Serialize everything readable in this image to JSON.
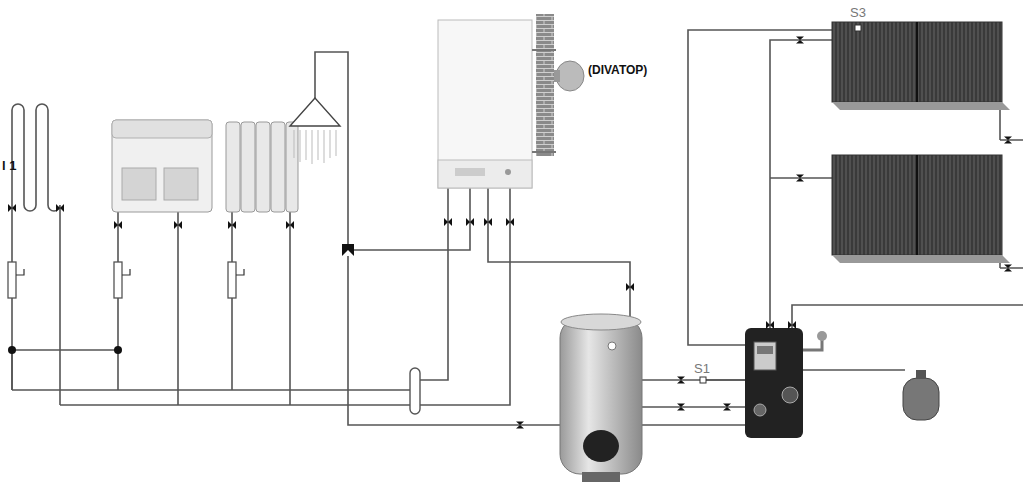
{
  "diagram": {
    "labels": [
      "l 1",
      "(DIVATOP)",
      "S3",
      "S1"
    ]
  }
}
